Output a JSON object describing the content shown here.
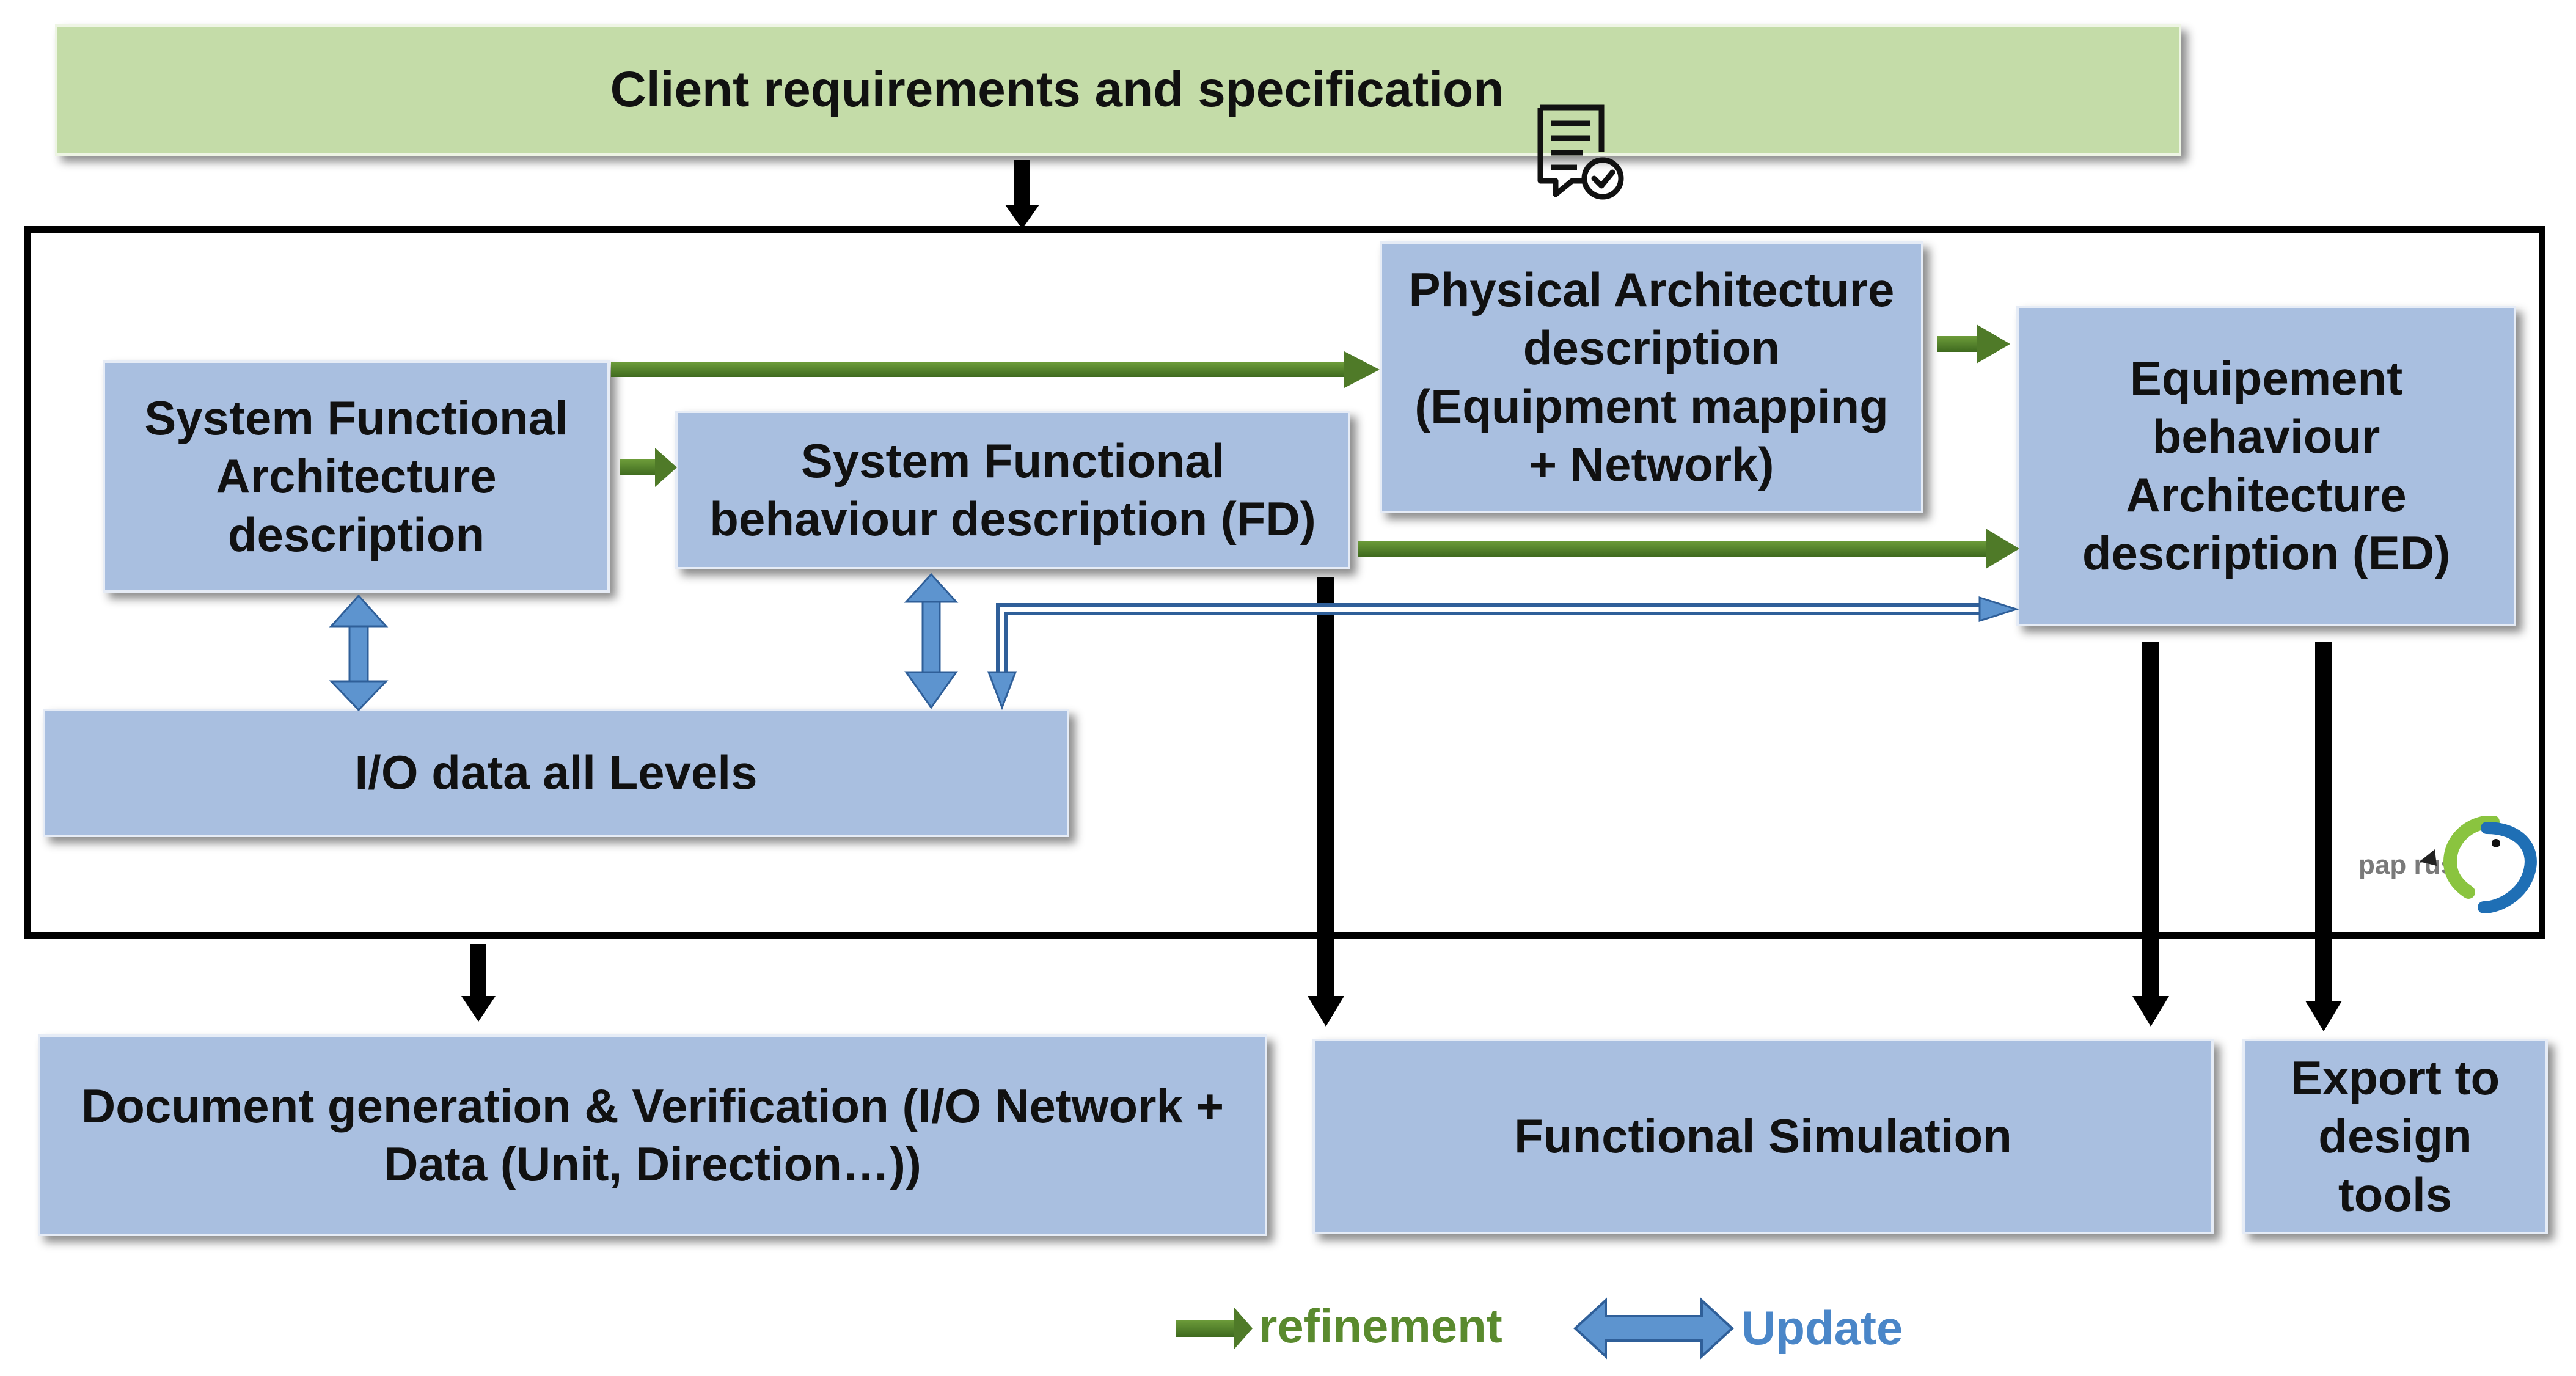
{
  "boxes": {
    "client": "Client requirements and specification",
    "sys_func_arch": "System Functional\nArchitecture\ndescription",
    "sys_func_behav": "System Functional\nbehaviour description (FD)",
    "phys_arch": "Physical Architecture\ndescription\n(Equipment mapping\n+ Network)",
    "equip_behav": "Equipement\nbehaviour\nArchitecture\ndescription (ED)",
    "io_data": "I/O data all Levels",
    "doc_gen": "Document generation & Verification (I/O Network +\nData (Unit, Direction…))",
    "func_sim": "Functional Simulation",
    "export": "Export to\ndesign\ntools"
  },
  "legend": {
    "refinement": "refinement",
    "update": "Update"
  },
  "logo": {
    "text": "pap rus",
    "icon": "papyrus-bird-logo"
  },
  "icons": {
    "requirements": "document-check-icon"
  },
  "colors": {
    "box_blue": "#a9bfe0",
    "box_green": "#c4dca8",
    "refinement_arrow": "#4f7a28",
    "update_arrow": "#4a86c8",
    "legend_green": "#5a8a2e",
    "legend_blue": "#4a86c8"
  }
}
